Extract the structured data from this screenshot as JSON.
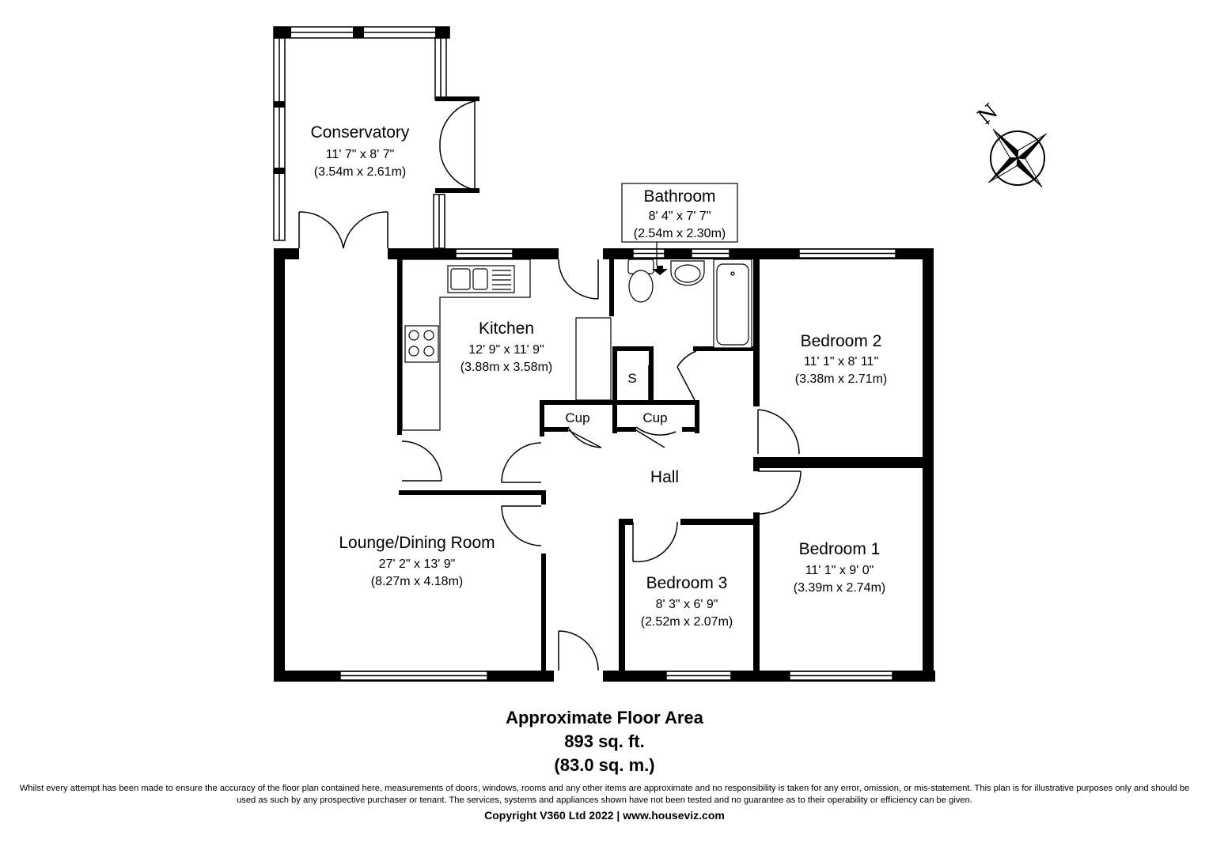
{
  "rooms": {
    "conservatory": {
      "name": "Conservatory",
      "imperial": "11' 7\" x 8' 7\"",
      "metric": "(3.54m x 2.61m)"
    },
    "bathroom": {
      "name": "Bathroom",
      "imperial": "8' 4\" x 7' 7\"",
      "metric": "(2.54m x 2.30m)"
    },
    "kitchen": {
      "name": "Kitchen",
      "imperial": "12' 9\" x 11' 9\"",
      "metric": "(3.88m x 3.58m)"
    },
    "bedroom2": {
      "name": "Bedroom 2",
      "imperial": "11' 1\" x 8' 11\"",
      "metric": "(3.38m x 2.71m)"
    },
    "hall": {
      "name": "Hall"
    },
    "lounge": {
      "name": "Lounge/Dining Room",
      "imperial": "27' 2\" x 13' 9\"",
      "metric": "(8.27m x 4.18m)"
    },
    "bedroom1": {
      "name": "Bedroom 1",
      "imperial": "11' 1\" x 9' 0\"",
      "metric": "(3.39m x 2.74m)"
    },
    "bedroom3": {
      "name": "Bedroom 3",
      "imperial": "8' 3\" x 6' 9\"",
      "metric": "(2.52m x 2.07m)"
    }
  },
  "labels": {
    "cupboard1": "Cup",
    "cupboard2": "Cup",
    "store": "S",
    "compass_north": "N"
  },
  "area": {
    "title": "Approximate Floor Area",
    "sqft": "893 sq. ft.",
    "sqm": "(83.0 sq. m.)"
  },
  "footer": {
    "disclaimer": "Whilst every attempt has been made to ensure the accuracy of the floor plan contained here, measurements of doors, windows, rooms and any other items are approximate and no responsibility is taken for any error, omission, or mis-statement. This plan is for illustrative purposes only and should be used as such by any prospective purchaser or tenant. The services, systems and appliances shown have not been tested and no guarantee as to their operability or efficiency can be given.",
    "copyright": "Copyright V360 Ltd 2022 | www.houseviz.com"
  }
}
